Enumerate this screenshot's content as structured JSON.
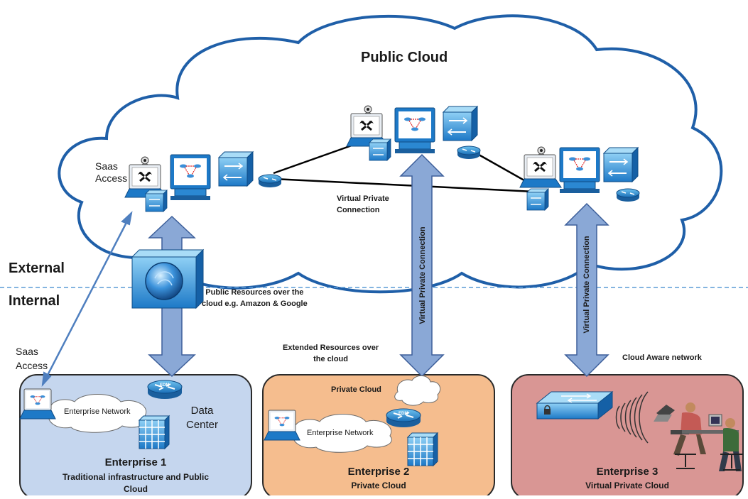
{
  "zones": {
    "external": "External",
    "internal": "Internal"
  },
  "cloud": {
    "title": "Public Cloud",
    "saas_access_top": [
      "Saas",
      "Access"
    ],
    "vpc_label": [
      "Virtual Private",
      "Connection"
    ],
    "vpc_vertical": "Virtual Private Connection"
  },
  "annotations": {
    "public_resources": [
      "Public Resources over the",
      "cloud e.g. Amazon & Google"
    ],
    "extended_resources": [
      "Extended Resources over",
      "the cloud"
    ],
    "cloud_aware": "Cloud Aware network",
    "saas_access_bottom": [
      "Saas",
      "Access"
    ]
  },
  "enterprises": [
    {
      "title": "Enterprise 1",
      "subtitle": [
        "Traditional infrastructure and Public",
        "Cloud"
      ],
      "network_label": "Enterprise Network",
      "data_center": [
        "Data",
        "Center"
      ],
      "fill": "#c5d6ee"
    },
    {
      "title": "Enterprise 2",
      "subtitle": [
        "Private Cloud"
      ],
      "network_label": "Enterprise Network",
      "cloud_label": "Private Cloud",
      "fill": "#f5bd8e"
    },
    {
      "title": "Enterprise 3",
      "subtitle": [
        "Virtual Private Cloud"
      ],
      "fill": "#d99694"
    }
  ],
  "device_labels": {
    "edm": "EDM"
  },
  "colors": {
    "cloud_stroke": "#1f5fa8",
    "arrow_fill": "#8aa8d6",
    "arrow_stroke": "#3d5f9a",
    "device_blue": "#2f8fd6",
    "divider": "#5b9bd5"
  }
}
